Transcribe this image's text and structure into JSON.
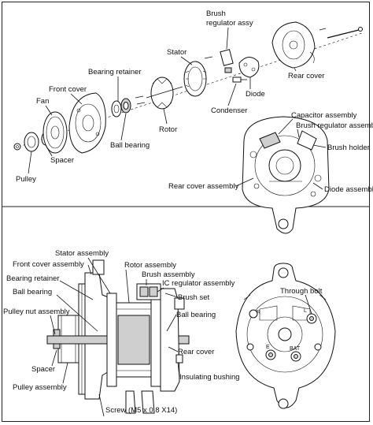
{
  "labels": {
    "brush_regulator_assy_1": "Brush",
    "brush_regulator_assy_2": "regulator assy",
    "stator": "Stator",
    "bearing_retainer": "Bearing retainer",
    "front_cover": "Front cover",
    "fan": "Fan",
    "rotor": "Rotor",
    "condenser": "Condenser",
    "diode": "Diode",
    "rear_cover": "Rear cover",
    "ball_bearing": "Ball bearing",
    "spacer": "Spacer",
    "pulley": "Pulley",
    "capacitor_assembly": "Capacitor assembly",
    "brush_regulator_assembly": "Brush regulator assembly",
    "brush_holder": "Brush holder",
    "rear_cover_assembly": "Rear cover assembly",
    "diode_assembly": "Diode assembly",
    "stator_assembly": "Stator assembly",
    "front_cover_assembly": "Front cover assembly",
    "rotor_assembly": "Rotor assembly",
    "brush_assembly": "Brush assembly",
    "ic_regulator_assembly": "IC regulator assembly",
    "bearing_retainer_2": "Bearing retainer",
    "ball_bearing_2": "Ball bearing",
    "brush_set": "Brush set",
    "pulley_nut_assembly": "Pulley nut assembly",
    "ball_bearing_3": "Ball bearing",
    "spacer_2": "Spacer",
    "rear_cover_2": "Rear cover",
    "insulating_bushing": "Insulating bushing",
    "pulley_assembly": "Pulley assembly",
    "screw": "Screw (M5 x 0.8 X14)",
    "through_bolt": "Through bolt",
    "terminal_bat": "BAT",
    "terminal_e": "E",
    "terminal_r": "R",
    "terminal_l": "L"
  }
}
